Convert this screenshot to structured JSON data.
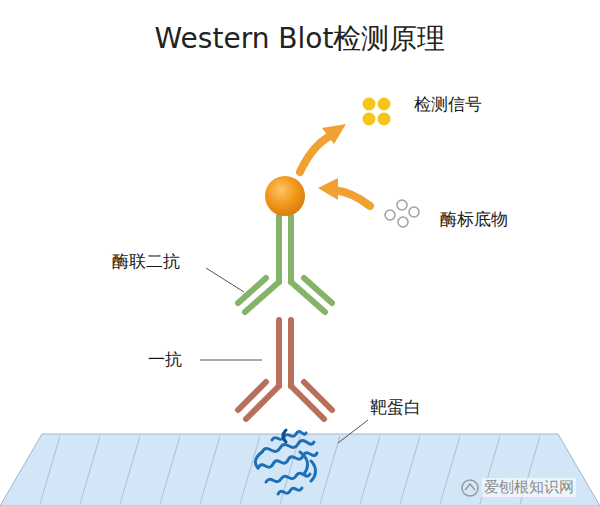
{
  "diagram": {
    "title": "Western Blot检测原理",
    "labels": [
      "检测信号",
      "酶标底物",
      "酶联二抗",
      "一抗",
      "靶蛋白",
      "爱刨根知识网"
    ]
  }
}
